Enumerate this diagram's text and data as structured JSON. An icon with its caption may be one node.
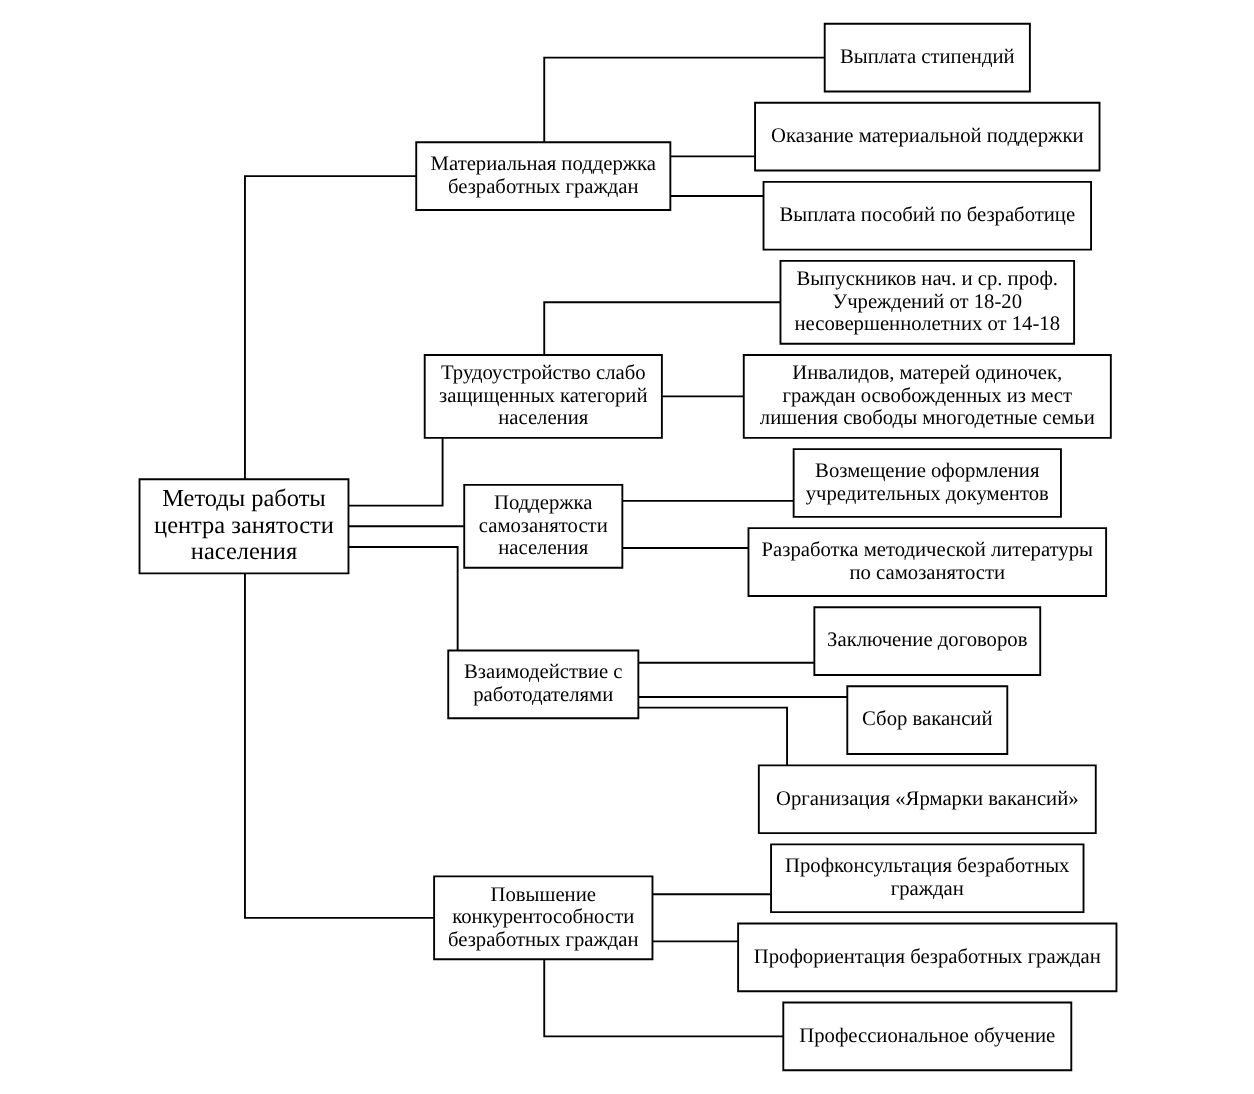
{
  "diagram": {
    "nodes": [
      {
        "text": [
          "Методы работы центра занятости населения"
        ]
      },
      {
        "text": [
          "Материальная поддержка безработных граждан"
        ]
      },
      {
        "text": [
          "Трудоустройство слабо защищенных категорий населения"
        ]
      },
      {
        "text": [
          "Поддержка самозанятости населения"
        ]
      },
      {
        "text": [
          "Взаимодействие с работодателями"
        ]
      },
      {
        "text": [
          "Повышение конкурентособности безработных граждан"
        ]
      },
      {
        "text": [
          "Выплата стипендий"
        ]
      },
      {
        "text": [
          "Оказание материальной поддержки"
        ]
      },
      {
        "text": [
          "Выплата пособий по безработице"
        ]
      },
      {
        "text": [
          "Выпускников нач. и ср. проф. Учреждений от 18-20 несовершеннолетних от 14-18"
        ]
      },
      {
        "text": [
          "Инвалидов, матерей одиночек, граждан освобожденных из мест лишения свободы многодетные семьи"
        ]
      },
      {
        "text": [
          "Возмещение оформления учредительных документов"
        ]
      },
      {
        "text": [
          "Разработка методической литературы по самозанятости"
        ]
      },
      {
        "text": [
          "Заключение договоров"
        ]
      },
      {
        "text": [
          "Сбор вакансий"
        ]
      },
      {
        "text": [
          "Организация «Ярмарки вакансий»"
        ]
      },
      {
        "text": [
          "Профконсультация безработных граждан"
        ]
      },
      {
        "text": [
          "Профориентация безработных граждан"
        ]
      },
      {
        "text": [
          "Профессиональное обучение"
        ]
      }
    ],
    "edges": [
      {
        "from": 0,
        "to": 1,
        "arrow": "none"
      },
      {
        "from": 0,
        "to": 2,
        "arrow": "none"
      },
      {
        "from": 0,
        "to": 3,
        "arrow": "none"
      },
      {
        "from": 0,
        "to": 4,
        "arrow": "none"
      },
      {
        "from": 0,
        "to": 5,
        "arrow": "none"
      },
      {
        "from": 1,
        "to": 6,
        "arrow": "none"
      },
      {
        "from": 1,
        "to": 7,
        "arrow": "none"
      },
      {
        "from": 1,
        "to": 8,
        "arrow": "none"
      },
      {
        "from": 2,
        "to": 9,
        "arrow": "none"
      },
      {
        "from": 2,
        "to": 10,
        "arrow": "none"
      },
      {
        "from": 3,
        "to": 11,
        "arrow": "none"
      },
      {
        "from": 3,
        "to": 12,
        "arrow": "none"
      },
      {
        "from": 4,
        "to": 13,
        "arrow": "none"
      },
      {
        "from": 4,
        "to": 14,
        "arrow": "none"
      },
      {
        "from": 4,
        "to": 15,
        "arrow": "none"
      },
      {
        "from": 5,
        "to": 16,
        "arrow": "none"
      },
      {
        "from": 5,
        "to": 17,
        "arrow": "none"
      },
      {
        "from": 5,
        "to": 18,
        "arrow": "none"
      }
    ]
  }
}
